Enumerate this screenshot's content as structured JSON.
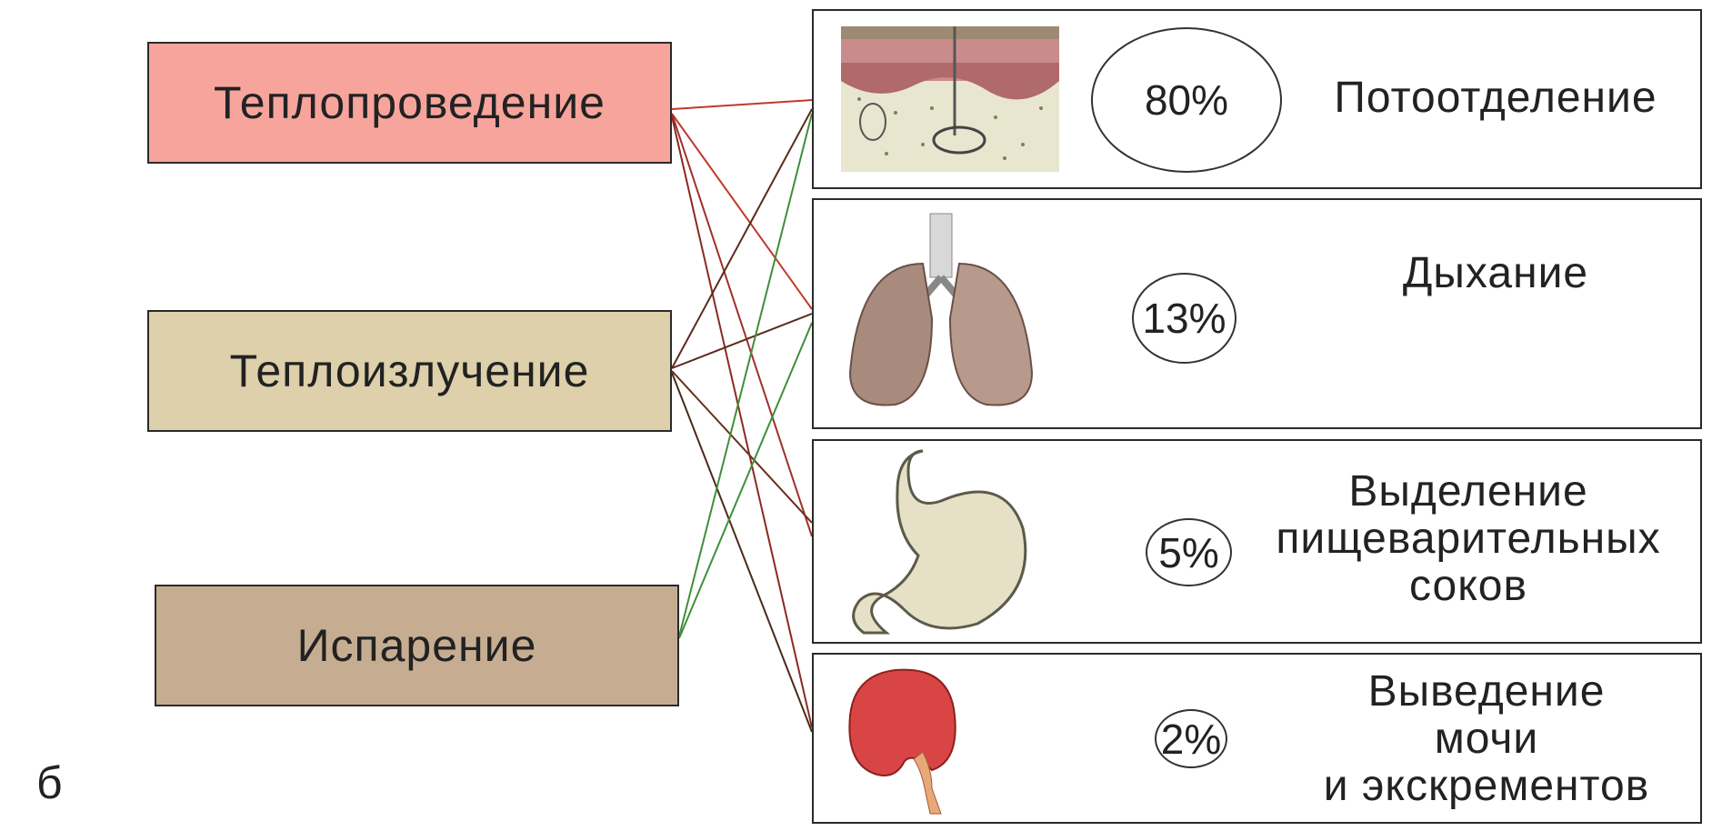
{
  "mechanisms": {
    "conduction": {
      "label": "Теплопроведение",
      "color": "#f7a49c"
    },
    "radiation": {
      "label": "Теплоизлучение",
      "color": "#ddd0aa"
    },
    "evaporation": {
      "label": "Испарение",
      "color": "#c6ad92"
    }
  },
  "routes": {
    "sweat": {
      "percent": "80%",
      "label_lines": [
        "Потоотделение"
      ],
      "illustration": "skin-section-illustration"
    },
    "breathing": {
      "percent": "13%",
      "label_lines": [
        "Дыхание"
      ],
      "illustration": "lungs-illustration"
    },
    "digestive": {
      "percent": "5%",
      "label_lines": [
        "Выделение",
        "пищеварительных",
        "соков"
      ],
      "illustration": "stomach-illustration"
    },
    "excretion": {
      "percent": "2%",
      "label_lines": [
        "Выведение",
        "мочи",
        "и экскрементов"
      ],
      "illustration": "kidney-illustration"
    }
  },
  "panel_letter": "б",
  "line_colors": {
    "red": "#c0392b",
    "dark": "#5a2a1a",
    "green": "#3f8f3a"
  }
}
